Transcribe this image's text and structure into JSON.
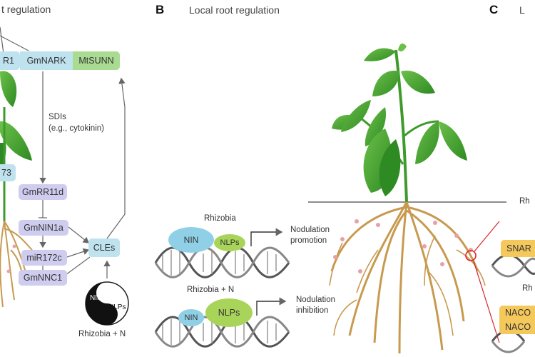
{
  "panels": {
    "a": {
      "title": "t regulation",
      "nodes": {
        "rr1_fragment": "R1",
        "gmnark": "GmNARK",
        "mtsunn": "MtSUNN",
        "f3_fragment": "73",
        "gmrr11d": "GmRR11d",
        "gmnin1a": "GmNIN1a",
        "mir172c": "miR172c",
        "gmnnc1": "GmNNC1",
        "cles": "CLEs"
      },
      "sdis_label": "SDIs",
      "sdis_sublabel": "(e.g., cytokinin)",
      "yinyang": {
        "left": "NIN",
        "right": "NLPs"
      },
      "bottom_label": "Rhizobia + N"
    },
    "b": {
      "letter": "B",
      "title": "Local root regulation",
      "top": {
        "condition": "Rhizobia",
        "factor1": "NIN",
        "factor2": "NLPs",
        "outcome_line1": "Nodulation",
        "outcome_line2": "promotion"
      },
      "bottom": {
        "condition": "Rhizobia + N",
        "factor1": "NIN",
        "factor2": "NLPs",
        "outcome_line1": "Nodulation",
        "outcome_line2": "inhibition"
      }
    },
    "c": {
      "letter": "C",
      "title_fragment": "L",
      "right_label_1": "Rh",
      "right_label_2": "Rh",
      "snar_fragment": "SNAR",
      "nac1_fragment": "NACO",
      "nac2_fragment": "NACO"
    }
  },
  "colors": {
    "lavender": "#cfcdef",
    "blue": "#bfe2ef",
    "green": "#a9dc92",
    "yellow": "#f5c85c",
    "root": "#c89a50",
    "leaf": "#3f9a2c"
  }
}
